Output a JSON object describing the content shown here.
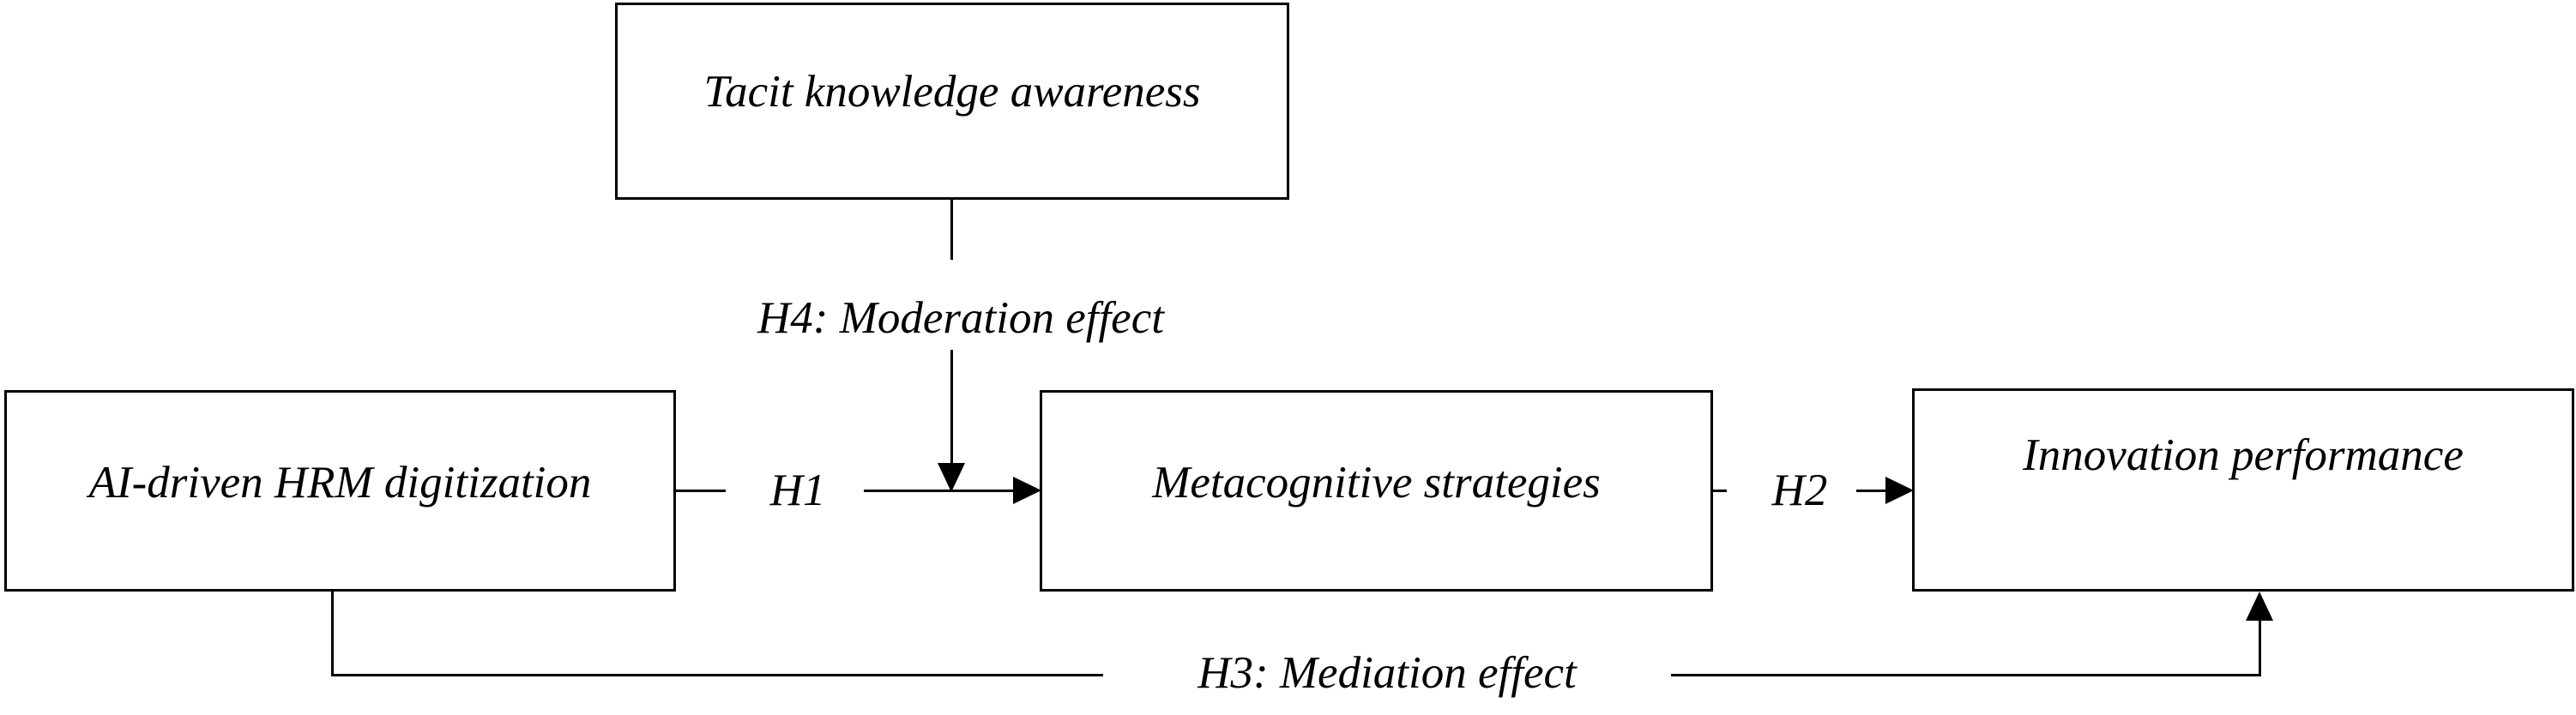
{
  "diagram": {
    "nodes": {
      "tacit": {
        "label": "Tacit knowledge awareness"
      },
      "ai_hrm": {
        "label": "AI-driven HRM digitization"
      },
      "metacog": {
        "label": "Metacognitive strategies"
      },
      "innovation": {
        "label": "Innovation performance"
      }
    },
    "edges": {
      "h1": {
        "label": "H1"
      },
      "h2": {
        "label": "H2"
      },
      "h3": {
        "label": "H3: Mediation effect"
      },
      "h4": {
        "label": "H4: Moderation effect"
      }
    },
    "colors": {
      "line": "#000000",
      "box_fill": "#ffffff",
      "text": "#000000"
    }
  }
}
